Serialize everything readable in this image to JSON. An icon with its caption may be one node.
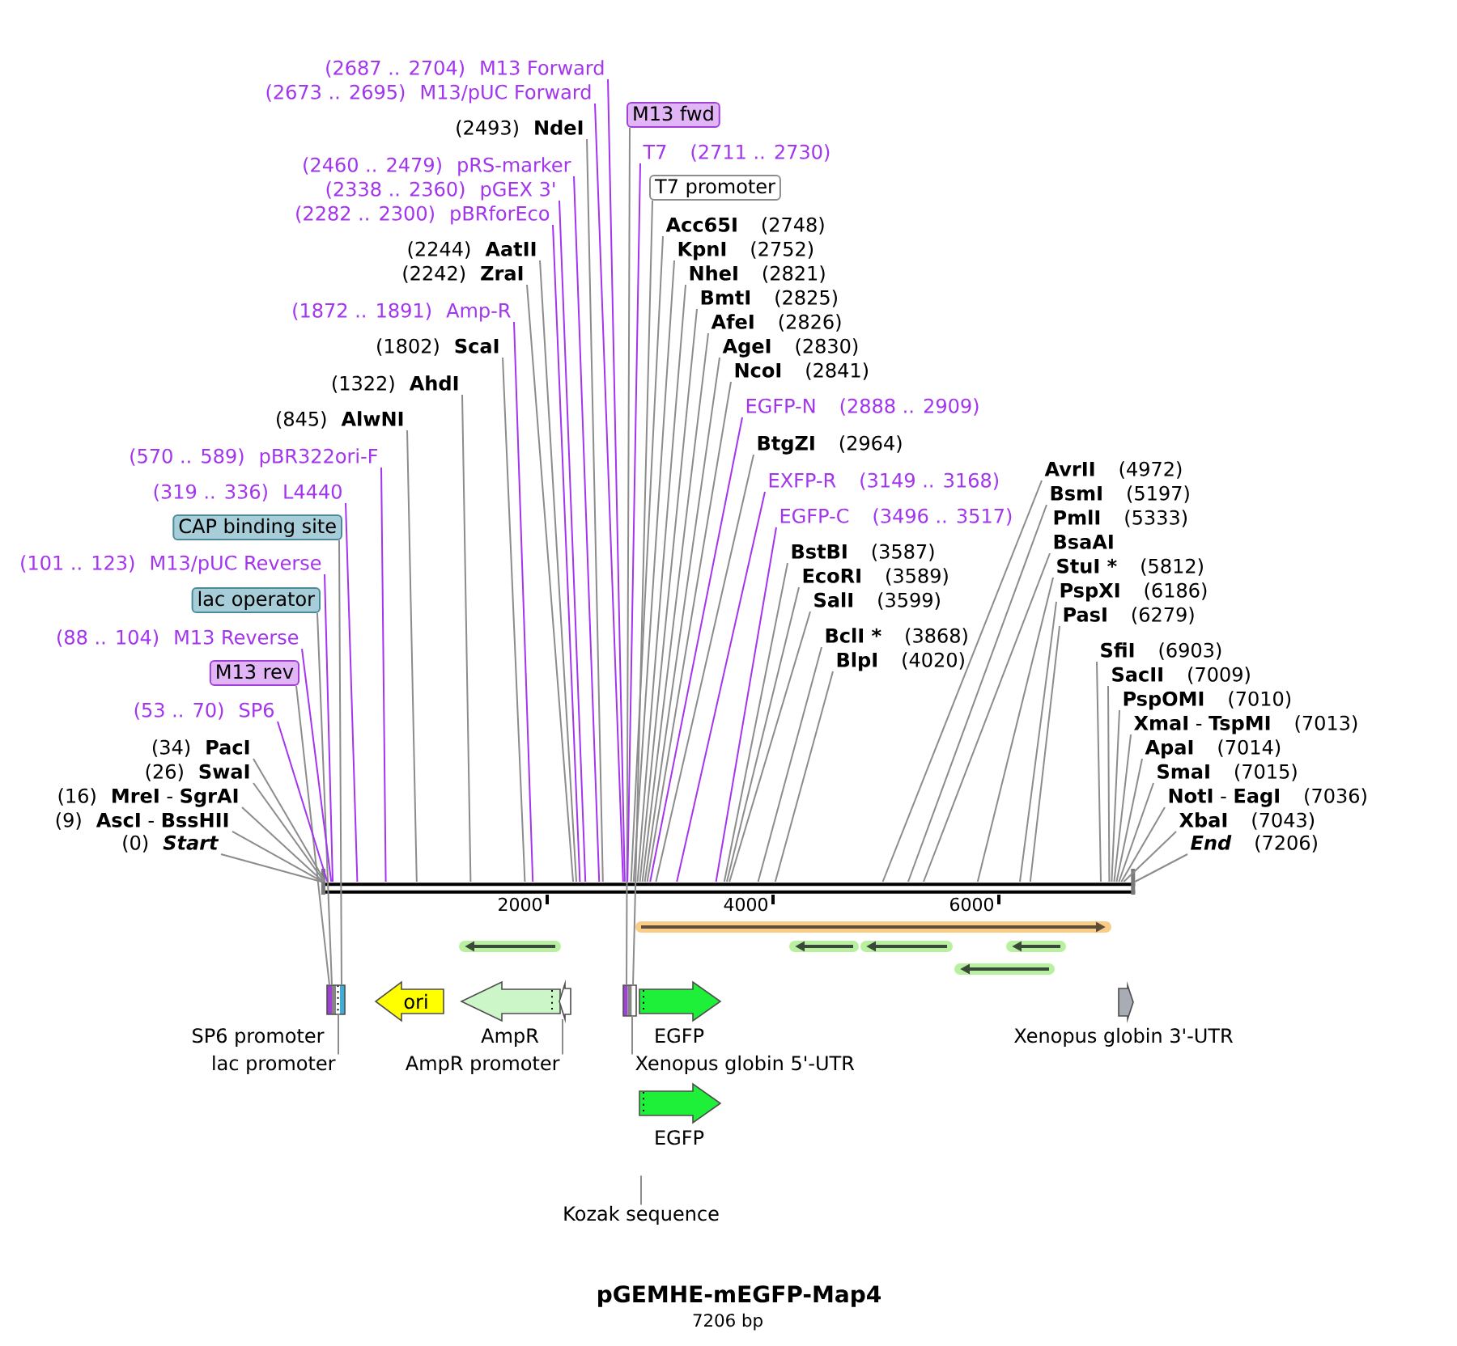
{
  "diagram": {
    "title": "pGEMHE-mEGFP-Map4",
    "caption": "7206 bp",
    "nodes": [
      {
        "text": [
          "(2687 .. 2704)",
          "M13 Forward"
        ]
      },
      {
        "text": [
          "(2673 .. 2695)",
          "M13/pUC Forward"
        ]
      },
      {
        "text": [
          "(2493)",
          "NdeI"
        ]
      },
      {
        "text": [
          "(2460 .. 2479)",
          "pRS-marker"
        ]
      },
      {
        "text": [
          "(2338 .. 2360)",
          "pGEX 3'"
        ]
      },
      {
        "text": [
          "(2282 .. 2300)",
          "pBRforEco"
        ]
      },
      {
        "text": [
          "(2244)",
          "AatII"
        ]
      },
      {
        "text": [
          "(2242)",
          "ZraI"
        ]
      },
      {
        "text": [
          "(1872 .. 1891)",
          "Amp-R"
        ]
      },
      {
        "text": [
          "(1802)",
          "ScaI"
        ]
      },
      {
        "text": [
          "(1322)",
          "AhdI"
        ]
      },
      {
        "text": [
          "(845)",
          "AlwNI"
        ]
      },
      {
        "text": [
          "(570 .. 589)",
          "pBR322ori-F"
        ]
      },
      {
        "text": [
          "(319 .. 336)",
          "L4440"
        ]
      },
      {
        "text": [
          "CAP binding site"
        ]
      },
      {
        "text": [
          "(101 .. 123)",
          "M13/pUC Reverse"
        ]
      },
      {
        "text": [
          "lac operator"
        ]
      },
      {
        "text": [
          "(88 .. 104)",
          "M13 Reverse"
        ]
      },
      {
        "text": [
          "M13 rev"
        ]
      },
      {
        "text": [
          "(53 .. 70)",
          "SP6"
        ]
      },
      {
        "text": [
          "(34)",
          "PacI"
        ]
      },
      {
        "text": [
          "(26)",
          "SwaI"
        ]
      },
      {
        "text": [
          "(16)",
          "**MreI** - **SgrAI**"
        ]
      },
      {
        "text": [
          "(9)",
          "**AscI** - **BssHII**"
        ]
      },
      {
        "text": [
          "(0)",
          "Start"
        ]
      },
      {
        "text": [
          "M13 fwd"
        ]
      },
      {
        "text": [
          "T7",
          "(2711 .. 2730)"
        ]
      },
      {
        "text": [
          "T7 promoter"
        ]
      },
      {
        "text": [
          "Acc65I",
          "(2748)"
        ]
      },
      {
        "text": [
          "KpnI",
          "(2752)"
        ]
      },
      {
        "text": [
          "NheI",
          "(2821)"
        ]
      },
      {
        "text": [
          "BmtI",
          "(2825)"
        ]
      },
      {
        "text": [
          "AfeI",
          "(2826)"
        ]
      },
      {
        "text": [
          "AgeI",
          "(2830)"
        ]
      },
      {
        "text": [
          "NcoI",
          "(2841)"
        ]
      },
      {
        "text": [
          "EGFP-N",
          "(2888 .. 2909)"
        ]
      },
      {
        "text": [
          "BtgZI",
          "(2964)"
        ]
      },
      {
        "text": [
          "EXFP-R",
          "(3149 .. 3168)"
        ]
      },
      {
        "text": [
          "EGFP-C",
          "(3496 .. 3517)"
        ]
      },
      {
        "text": [
          "BstBI",
          "(3587)"
        ]
      },
      {
        "text": [
          "EcoRI",
          "(3589)"
        ]
      },
      {
        "text": [
          "SalI",
          "(3599)"
        ]
      },
      {
        "text": [
          "BclI *",
          "(3868)"
        ]
      },
      {
        "text": [
          "BlpI",
          "(4020)"
        ]
      },
      {
        "text": [
          "AvrII",
          "(4972)"
        ]
      },
      {
        "text": [
          "BsmI",
          "(5197)"
        ]
      },
      {
        "text": [
          "PmlI",
          "(5333)",
          "BsaAI"
        ]
      },
      {
        "text": [
          "StuI *",
          "(5812)"
        ]
      },
      {
        "text": [
          "PspXI",
          "(6186)"
        ]
      },
      {
        "text": [
          "PasI",
          "(6279)"
        ]
      },
      {
        "text": [
          "SfiI",
          "(6903)"
        ]
      },
      {
        "text": [
          "SacII",
          "(7009)"
        ]
      },
      {
        "text": [
          "PspOMI",
          "(7010)"
        ]
      },
      {
        "text": [
          "**XmaI** - **TspMI**",
          "(7013)"
        ]
      },
      {
        "text": [
          "ApaI",
          "(7014)"
        ]
      },
      {
        "text": [
          "SmaI",
          "(7015)"
        ]
      },
      {
        "text": [
          "**NotI** - **EagI**",
          "(7036)"
        ]
      },
      {
        "text": [
          "XbaI",
          "(7043)"
        ]
      },
      {
        "text": [
          "End",
          "(7206)"
        ]
      },
      {
        "text": [],
        "shape": "bar"
      },
      {
        "text": [],
        "shape": "box",
        "beside": [
          "SP6 promoter"
        ]
      },
      {
        "text": [
          "ori"
        ]
      },
      {
        "text": [],
        "shape": "arrow",
        "beside": [
          "AmpR"
        ]
      },
      {
        "text": [],
        "shape": "arrow"
      },
      {
        "text": [],
        "shape": "box"
      },
      {
        "text": [],
        "shape": "arrow",
        "beside": [
          "EGFP"
        ]
      },
      {
        "text": [],
        "shape": "arrow",
        "beside": [
          "Xenopus globin 3'-UTR"
        ]
      },
      {
        "text": [
          "lac promoter"
        ]
      },
      {
        "text": [
          "AmpR promoter"
        ]
      },
      {
        "text": [
          "Xenopus globin 5'-UTR"
        ]
      },
      {
        "text": [],
        "shape": "arrow",
        "beside": [
          "EGFP"
        ]
      },
      {
        "text": [
          "Kozak sequence"
        ]
      }
    ],
    "edges": [
      {
        "from": 0,
        "to": 59,
        "arrow": "none",
        "color": "#a335ee"
      },
      {
        "from": 1,
        "to": 59,
        "arrow": "none",
        "color": "#a335ee"
      },
      {
        "from": 2,
        "to": 59,
        "arrow": "none"
      },
      {
        "from": 3,
        "to": 59,
        "arrow": "none",
        "color": "#a335ee"
      },
      {
        "from": 4,
        "to": 59,
        "arrow": "none",
        "color": "#a335ee"
      },
      {
        "from": 5,
        "to": 59,
        "arrow": "none",
        "color": "#a335ee"
      },
      {
        "from": 6,
        "to": 59,
        "arrow": "none"
      },
      {
        "from": 7,
        "to": 59,
        "arrow": "none"
      },
      {
        "from": 8,
        "to": 59,
        "arrow": "none",
        "color": "#a335ee"
      },
      {
        "from": 9,
        "to": 59,
        "arrow": "none"
      },
      {
        "from": 10,
        "to": 59,
        "arrow": "none"
      },
      {
        "from": 11,
        "to": 59,
        "arrow": "none"
      },
      {
        "from": 12,
        "to": 59,
        "arrow": "none",
        "color": "#a335ee"
      },
      {
        "from": 13,
        "to": 59,
        "arrow": "none",
        "color": "#a335ee"
      },
      {
        "from": 14,
        "to": 60,
        "arrow": "none"
      },
      {
        "from": 15,
        "to": 59,
        "arrow": "none",
        "color": "#a335ee"
      },
      {
        "from": 16,
        "to": 60,
        "arrow": "none"
      },
      {
        "from": 17,
        "to": 59,
        "arrow": "none",
        "color": "#a335ee"
      },
      {
        "from": 18,
        "to": 60,
        "arrow": "none"
      },
      {
        "from": 19,
        "to": 59,
        "arrow": "none",
        "color": "#a335ee"
      },
      {
        "from": 20,
        "to": 59,
        "arrow": "none"
      },
      {
        "from": 21,
        "to": 59,
        "arrow": "none"
      },
      {
        "from": 22,
        "to": 59,
        "arrow": "none"
      },
      {
        "from": 23,
        "to": 59,
        "arrow": "none"
      },
      {
        "from": 24,
        "to": 59,
        "arrow": "none"
      },
      {
        "from": 25,
        "to": 64,
        "arrow": "none"
      },
      {
        "from": 26,
        "to": 59,
        "arrow": "none",
        "color": "#a335ee"
      },
      {
        "from": 27,
        "to": 64,
        "arrow": "none"
      },
      {
        "from": 28,
        "to": 59,
        "arrow": "none"
      },
      {
        "from": 29,
        "to": 59,
        "arrow": "none"
      },
      {
        "from": 30,
        "to": 59,
        "arrow": "none"
      },
      {
        "from": 31,
        "to": 59,
        "arrow": "none"
      },
      {
        "from": 32,
        "to": 59,
        "arrow": "none"
      },
      {
        "from": 33,
        "to": 59,
        "arrow": "none"
      },
      {
        "from": 34,
        "to": 59,
        "arrow": "none"
      },
      {
        "from": 35,
        "to": 59,
        "arrow": "none",
        "color": "#a335ee"
      },
      {
        "from": 36,
        "to": 59,
        "arrow": "none"
      },
      {
        "from": 37,
        "to": 59,
        "arrow": "none",
        "color": "#a335ee"
      },
      {
        "from": 38,
        "to": 59,
        "arrow": "none",
        "color": "#a335ee"
      },
      {
        "from": 39,
        "to": 59,
        "arrow": "none"
      },
      {
        "from": 40,
        "to": 59,
        "arrow": "none"
      },
      {
        "from": 41,
        "to": 59,
        "arrow": "none"
      },
      {
        "from": 42,
        "to": 59,
        "arrow": "none"
      },
      {
        "from": 43,
        "to": 59,
        "arrow": "none"
      },
      {
        "from": 44,
        "to": 59,
        "arrow": "none"
      },
      {
        "from": 45,
        "to": 59,
        "arrow": "none"
      },
      {
        "from": 46,
        "to": 59,
        "arrow": "none"
      },
      {
        "from": 47,
        "to": 59,
        "arrow": "none"
      },
      {
        "from": 48,
        "to": 59,
        "arrow": "none"
      },
      {
        "from": 49,
        "to": 59,
        "arrow": "none"
      },
      {
        "from": 50,
        "to": 59,
        "arrow": "none"
      },
      {
        "from": 51,
        "to": 59,
        "arrow": "none"
      },
      {
        "from": 52,
        "to": 59,
        "arrow": "none"
      },
      {
        "from": 53,
        "to": 59,
        "arrow": "none"
      },
      {
        "from": 54,
        "to": 59,
        "arrow": "none"
      },
      {
        "from": 55,
        "to": 59,
        "arrow": "none"
      },
      {
        "from": 56,
        "to": 59,
        "arrow": "none"
      },
      {
        "from": 57,
        "to": 59,
        "arrow": "none"
      },
      {
        "from": 58,
        "to": 59,
        "arrow": "none"
      },
      {
        "from": 67,
        "to": 60,
        "arrow": "none"
      },
      {
        "from": 68,
        "to": 63,
        "arrow": "none"
      },
      {
        "from": 69,
        "to": 64,
        "arrow": "none"
      },
      {
        "from": 71,
        "to": null,
        "arrow": "none"
      }
    ],
    "labels": [
      "2000",
      "4000",
      "6000"
    ]
  }
}
